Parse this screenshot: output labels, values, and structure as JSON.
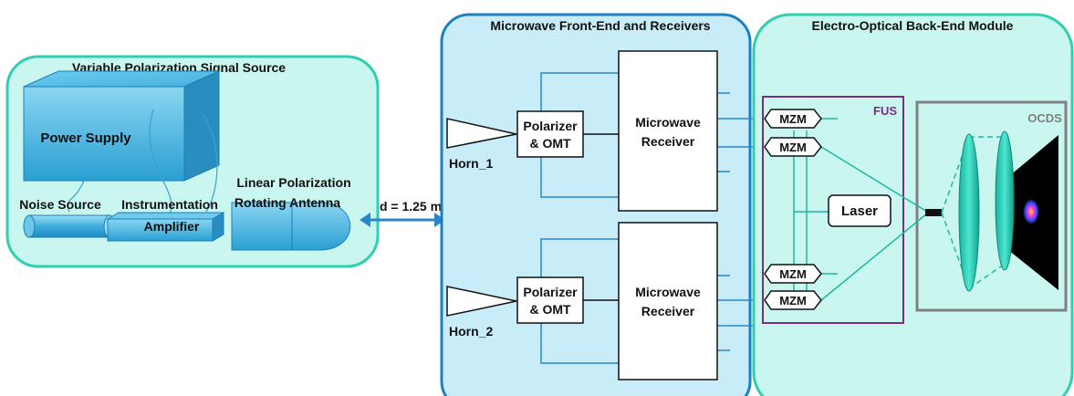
{
  "signal_source": {
    "title": "Variable Polarization Signal Source",
    "power_supply": "Power Supply",
    "noise_source": "Noise Source",
    "amplifier_line1": "Instrumentation",
    "amplifier_line2": "Amplifier",
    "antenna_line1": "Linear Polarization",
    "antenna_line2": "Rotating Antenna"
  },
  "distance_label": "d = 1.25 m",
  "front_end": {
    "title": "Microwave Front-End and Receivers",
    "horn_1": "Horn_1",
    "horn_2": "Horn_2",
    "polarizer_line1": "Polarizer",
    "polarizer_line2": "& OMT",
    "receiver_line1": "Microwave",
    "receiver_line2": "Receiver"
  },
  "back_end": {
    "title": "Electro-Optical Back-End Module",
    "fus_label": "FUS",
    "ocds_label": "OCDS",
    "mzm_label": "MZM",
    "laser_label": "Laser"
  },
  "colors": {
    "source_panel_fill": "#c9f7ef",
    "source_panel_stroke": "#2fcfb0",
    "frontend_fill": "#c8ecf8",
    "frontend_stroke": "#1b7fc0",
    "backend_fill": "#c9f7ef",
    "backend_stroke": "#2fcfb0",
    "wire_blue": "#2a86c8",
    "wire_teal": "#1fb8a0",
    "fus_stroke": "#7b2d7f",
    "ocds_stroke": "#808080"
  }
}
